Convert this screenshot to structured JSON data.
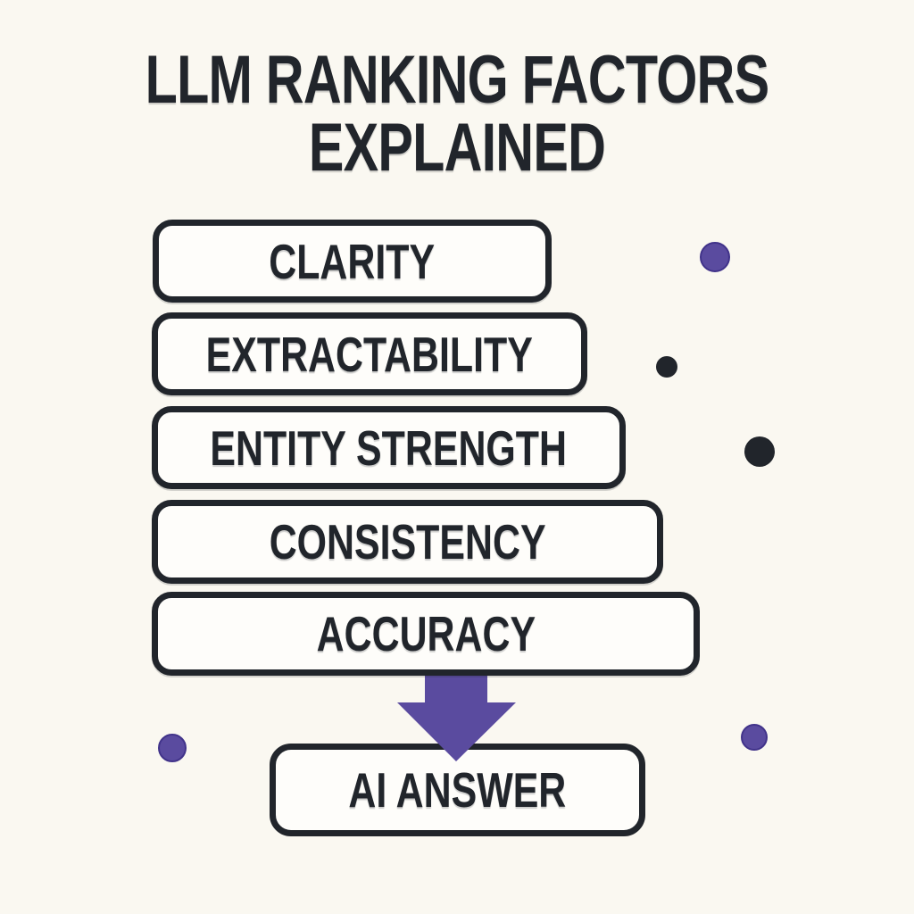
{
  "title": {
    "line1": "LLM RANKING FACTORS",
    "line2": "EXPLAINED"
  },
  "factors": [
    "CLARITY",
    "EXTRACTABILITY",
    "ENTITY STRENGTH",
    "CONSISTENCY",
    "ACCURACY"
  ],
  "result": {
    "label": "AI ANSWER"
  },
  "colors": {
    "background": "#faf8f1",
    "ink": "#21252b",
    "accent_purple": "#5a4b9f",
    "box_fill": "#fefdfa"
  },
  "decorations": {
    "dots": [
      {
        "color": "purple",
        "position": "upper-right"
      },
      {
        "color": "black",
        "position": "right-of-extractability"
      },
      {
        "color": "black",
        "position": "right-of-entity-strength"
      },
      {
        "color": "purple",
        "position": "lower-left"
      },
      {
        "color": "purple",
        "position": "lower-right"
      }
    ]
  }
}
